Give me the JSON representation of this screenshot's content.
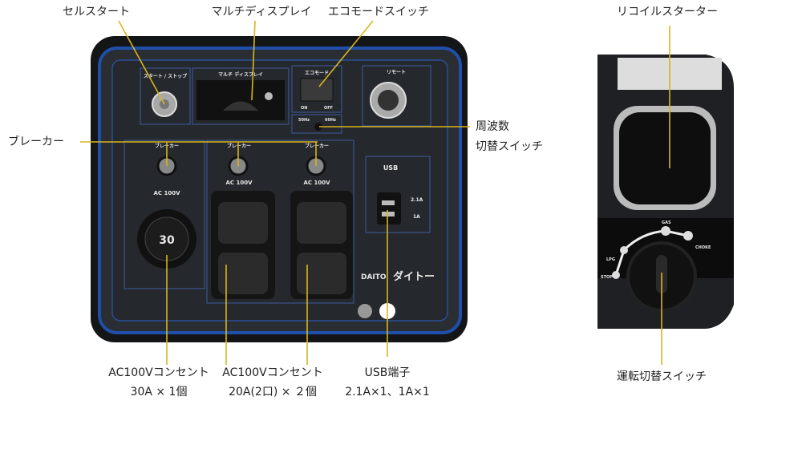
{
  "callouts": {
    "cell_start": "セルスタート",
    "multi_display": "マルチディスプレイ",
    "eco_mode_switch": "エコモードスイッチ",
    "recoil_starter": "リコイルスターター",
    "frequency_switch_line1": "周波数",
    "frequency_switch_line2": "切替スイッチ",
    "breaker": "ブレーカー",
    "outlet_30a_line1": "AC100Vコンセント",
    "outlet_30a_line2": "30A × 1個",
    "outlet_20a_line1": "AC100Vコンセント",
    "outlet_20a_line2": "20A(2口) × ２個",
    "usb_line1": "USB端子",
    "usb_line2": "2.1A×1、1A×1",
    "operation_switch": "運転切替スイッチ"
  },
  "panel": {
    "start_stop": "スタート / ストップ",
    "multi_display": "マルチ ディスプレイ",
    "eco_mode": "エコモード",
    "on": "ON",
    "off": "OFF",
    "remote": "リモート",
    "hz50": "50Hz",
    "hz60": "60Hz",
    "breaker": "ブレーカー",
    "ac100v": "AC 100V",
    "usb": "USB",
    "usb_21a": "2.1A",
    "usb_1a": "1A",
    "outlet_30": "30",
    "logo_latin": "DAITO",
    "logo_kana": "ダイトー"
  },
  "side_panel": {
    "gas": "GAS",
    "lpg": "LPG",
    "choke": "CHOKE",
    "stop": "STOP"
  },
  "colors": {
    "leader_line": "#d9b51c",
    "panel_blue": "#1f4fa8",
    "panel_body": "#23262b"
  }
}
